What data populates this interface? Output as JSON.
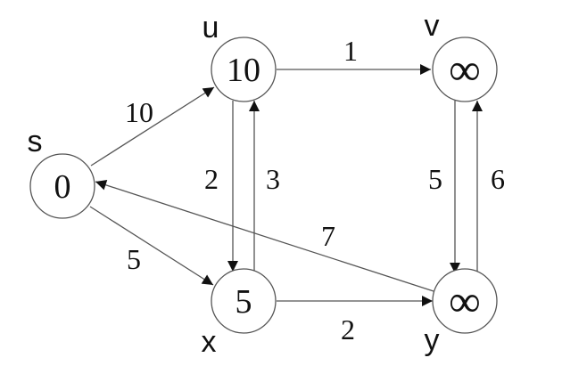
{
  "nodes": [
    {
      "id": "s",
      "name": "s",
      "distance": "0"
    },
    {
      "id": "u",
      "name": "u",
      "distance": "10"
    },
    {
      "id": "v",
      "name": "v",
      "distance": "∞"
    },
    {
      "id": "x",
      "name": "x",
      "distance": "5"
    },
    {
      "id": "y",
      "name": "y",
      "distance": "∞"
    }
  ],
  "edges": [
    {
      "from": "s",
      "to": "u",
      "weight": "10"
    },
    {
      "from": "s",
      "to": "x",
      "weight": "5"
    },
    {
      "from": "u",
      "to": "v",
      "weight": "1"
    },
    {
      "from": "u",
      "to": "x",
      "weight": "2"
    },
    {
      "from": "x",
      "to": "u",
      "weight": "3"
    },
    {
      "from": "v",
      "to": "y",
      "weight": "5"
    },
    {
      "from": "y",
      "to": "v",
      "weight": "6"
    },
    {
      "from": "x",
      "to": "y",
      "weight": "2"
    },
    {
      "from": "y",
      "to": "s",
      "weight": "7"
    }
  ],
  "colors": {
    "stroke": "#555555",
    "text": "#111111",
    "background": "#ffffff"
  }
}
